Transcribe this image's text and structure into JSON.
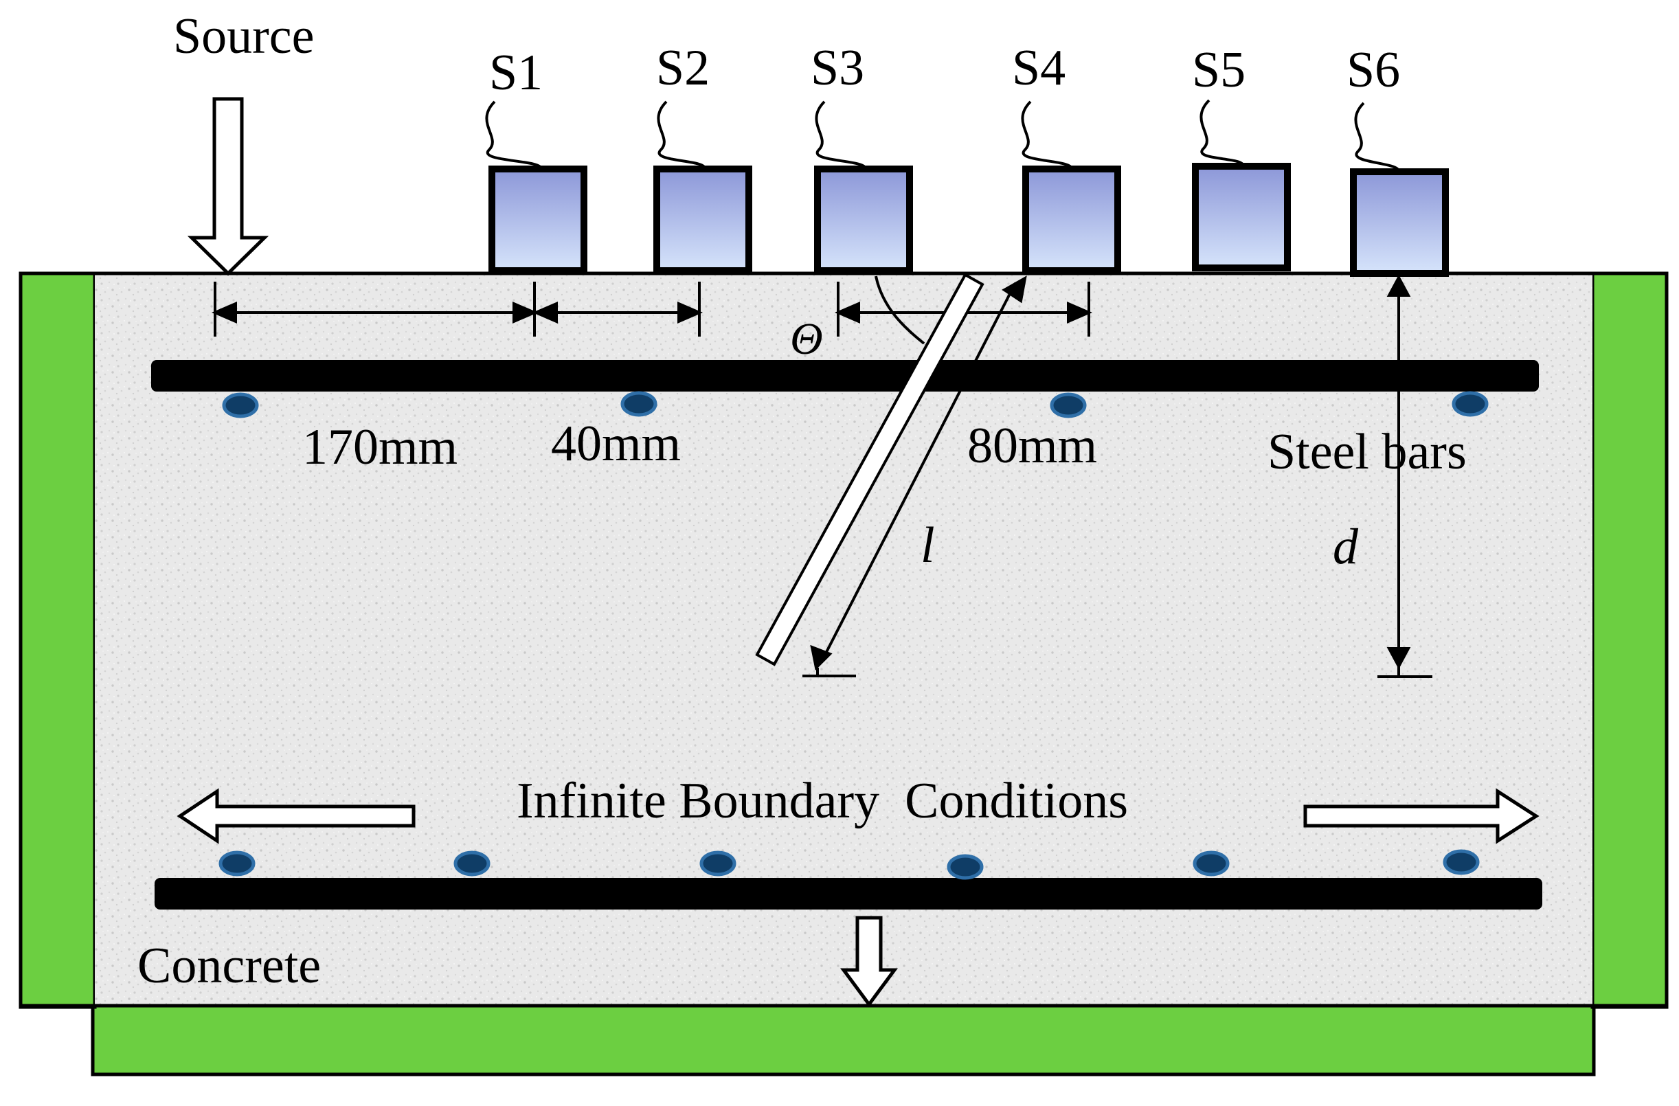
{
  "labels": {
    "source": "Source",
    "sensors": [
      "S1",
      "S2",
      "S3",
      "S4",
      "S5",
      "S6"
    ],
    "dim_170": "170mm",
    "dim_40": "40mm",
    "dim_80": "80mm",
    "theta": "Θ",
    "crack_length": "l",
    "depth": "d",
    "steel_bars": "Steel bars",
    "boundary": "Infinite Boundary  Conditions",
    "concrete": "Concrete"
  },
  "colors": {
    "concrete": "#e9e9e9",
    "concrete_speckle": "#cfcfcf",
    "support": "#6ccf41",
    "sensor_top": "#8c97d8",
    "sensor_bottom": "#d6e4fb",
    "bar_dot_fill": "#0f3d66",
    "bar_dot_ring": "#2f6fa8",
    "outline": "#000000"
  },
  "icons": {
    "source_arrow": "down-arrow-icon",
    "boundary_left": "left-arrow-icon",
    "boundary_right": "right-arrow-icon",
    "boundary_bottom": "down-arrow-icon"
  }
}
